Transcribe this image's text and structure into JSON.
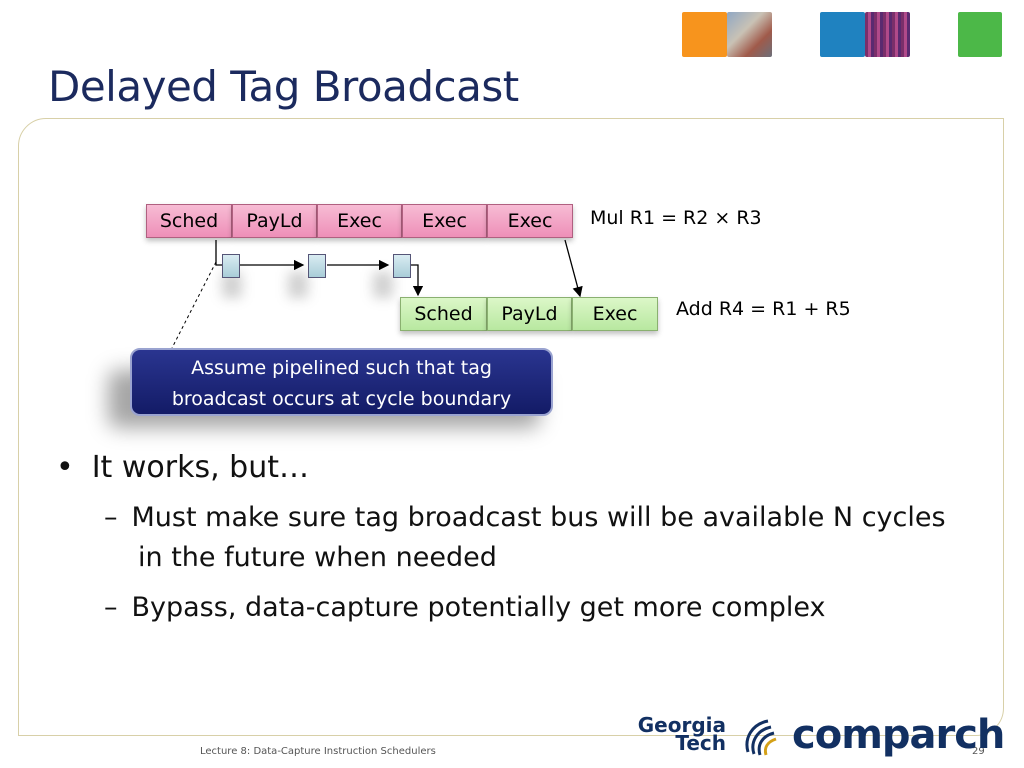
{
  "slide": {
    "title": "Delayed Tag Broadcast",
    "footer": "Lecture 8: Data-Capture Instruction Schedulers",
    "page_number": "29"
  },
  "diagram": {
    "row1": [
      "Sched",
      "PayLd",
      "Exec",
      "Exec",
      "Exec"
    ],
    "row1_label": "Mul R1 = R2 × R3",
    "row2": [
      "Sched",
      "PayLd",
      "Exec"
    ],
    "row2_label": "Add R4 = R1 + R5",
    "callout_line1": "Assume pipelined such that tag",
    "callout_line2": "broadcast occurs at cycle boundary"
  },
  "bullets": {
    "b1": "It works, but…",
    "sub1_line1": "Must make sure tag broadcast bus will be available N cycles",
    "sub1_line2": "in the future when needed",
    "sub2": "Bypass, data-capture potentially get more complex"
  },
  "logos": {
    "gt_line1": "Georgia",
    "gt_line2": "Tech",
    "comparch": "comparch"
  },
  "colors": {
    "title": "#1b2a5e",
    "pink_stage": "#f2a6c6",
    "green_stage": "#c8f0b0",
    "callout_bg": "#1c2478",
    "deco_orange": "#f7941d",
    "deco_blue": "#1f82c0",
    "deco_green": "#4cb848"
  }
}
